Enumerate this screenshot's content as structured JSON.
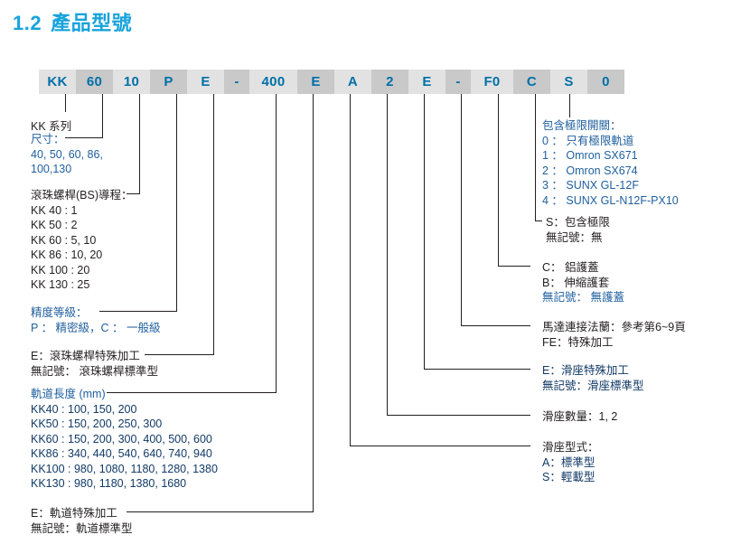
{
  "title": {
    "number": "1.2",
    "text": "產品型號"
  },
  "model_code": {
    "segments": [
      {
        "label": "KK",
        "shade": "plain"
      },
      {
        "label": "60",
        "shade": "alt"
      },
      {
        "label": "10",
        "shade": "plain"
      },
      {
        "label": "P",
        "shade": "alt"
      },
      {
        "label": "E",
        "shade": "plain"
      },
      {
        "label": "-",
        "shade": "alt"
      },
      {
        "label": "400",
        "shade": "plain"
      },
      {
        "label": "E",
        "shade": "alt"
      },
      {
        "label": "A",
        "shade": "plain"
      },
      {
        "label": "2",
        "shade": "alt"
      },
      {
        "label": "E",
        "shade": "plain"
      },
      {
        "label": "-",
        "shade": "alt"
      },
      {
        "label": "F0",
        "shade": "plain"
      },
      {
        "label": "C",
        "shade": "alt"
      },
      {
        "label": "S",
        "shade": "plain"
      },
      {
        "label": "0",
        "shade": "alt"
      }
    ]
  },
  "left_notes": {
    "series": {
      "l1": "KK 系列"
    },
    "size": {
      "hd": "尺寸：",
      "l1": "40, 50, 60, 86,",
      "l2": "100,130"
    },
    "lead": {
      "hd": "滾珠螺桿(BS)導程：",
      "l1": "KK 40 : 1",
      "l2": "KK 50 : 2",
      "l3": "KK 60 :  5, 10",
      "l4": "KK 86 :  10, 20",
      "l5": "KK 100 :  20",
      "l6": "KK 130 :  25"
    },
    "accuracy": {
      "hd": "精度等級：",
      "l1": "P ： 精密級，C ： 一般級"
    },
    "screw_machining": {
      "l1": "E：滾珠螺桿特殊加工",
      "l2": "無記號： 滾珠螺桿標準型"
    },
    "rail_length": {
      "hd": "軌道長度 (mm)",
      "l1": "KK40 : 100, 150, 200",
      "l2": "KK50 : 150, 200, 250, 300",
      "l3": "KK60 : 150, 200, 300,  400,  500, 600",
      "l4": "KK86 : 340, 440, 540, 640, 740, 940",
      "l5": "KK100 : 980, 1080, 1180, 1280, 1380",
      "l6": "KK130 : 980, 1180, 1380, 1680"
    },
    "rail_machining": {
      "l1": "E：軌道特殊加工",
      "l2": "無記號：軌道標準型"
    }
  },
  "right_notes": {
    "limit_switch": {
      "hd": "包含極限開關：",
      "l1": "0 ： 只有極限軌道",
      "l2": "1 ： Omron SX671",
      "l3": "2 ： Omron SX674",
      "l4": "3 ： SUNX GL-12F",
      "l5": "4 ： SUNX GL-N12F-PX10"
    },
    "limit_included": {
      "l1": "S：包含極限",
      "l2": "無記號：無"
    },
    "cover": {
      "l1": "C： 鋁護蓋",
      "l2": "B： 伸縮護套",
      "l3": "無記號： 無護蓋"
    },
    "motor_flange": {
      "l1": "馬達連接法蘭：參考第6~9頁",
      "l2": "FE：特殊加工"
    },
    "slider_machining": {
      "l1": "E：滑座特殊加工",
      "l2": "無記號：滑座標準型"
    },
    "slider_qty": {
      "l1": "滑座數量：1, 2"
    },
    "slider_type": {
      "hd": "滑座型式：",
      "l1": "A：標準型",
      "l2": "S：輕載型"
    }
  }
}
